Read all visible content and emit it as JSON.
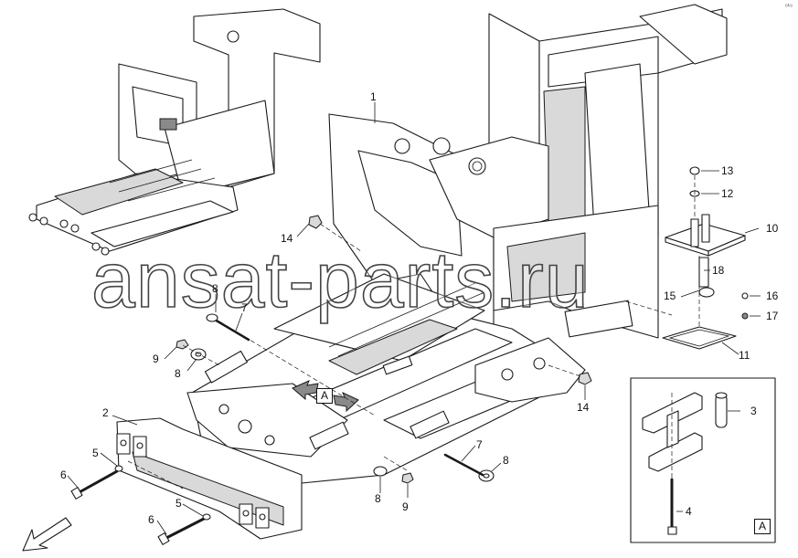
{
  "diagram": {
    "watermark": "ansat-parts.ru",
    "corner_code": "ᵒ¹⁹",
    "callouts": [
      {
        "id": "1",
        "label": "1"
      },
      {
        "id": "2",
        "label": "2"
      },
      {
        "id": "3",
        "label": "3"
      },
      {
        "id": "4",
        "label": "4"
      },
      {
        "id": "5a",
        "label": "5"
      },
      {
        "id": "5b",
        "label": "5"
      },
      {
        "id": "6a",
        "label": "6"
      },
      {
        "id": "6b",
        "label": "6"
      },
      {
        "id": "7a",
        "label": "7"
      },
      {
        "id": "7b",
        "label": "7"
      },
      {
        "id": "8a",
        "label": "8"
      },
      {
        "id": "8b",
        "label": "8"
      },
      {
        "id": "8c",
        "label": "8"
      },
      {
        "id": "8d",
        "label": "8"
      },
      {
        "id": "9a",
        "label": "9"
      },
      {
        "id": "9b",
        "label": "9"
      },
      {
        "id": "10",
        "label": "10"
      },
      {
        "id": "11",
        "label": "11"
      },
      {
        "id": "12",
        "label": "12"
      },
      {
        "id": "13",
        "label": "13"
      },
      {
        "id": "14a",
        "label": "14"
      },
      {
        "id": "14b",
        "label": "14"
      },
      {
        "id": "15",
        "label": "15"
      },
      {
        "id": "16",
        "label": "16"
      },
      {
        "id": "17",
        "label": "17"
      },
      {
        "id": "18",
        "label": "18"
      }
    ],
    "section_marker": "A",
    "detail_marker": "A"
  }
}
